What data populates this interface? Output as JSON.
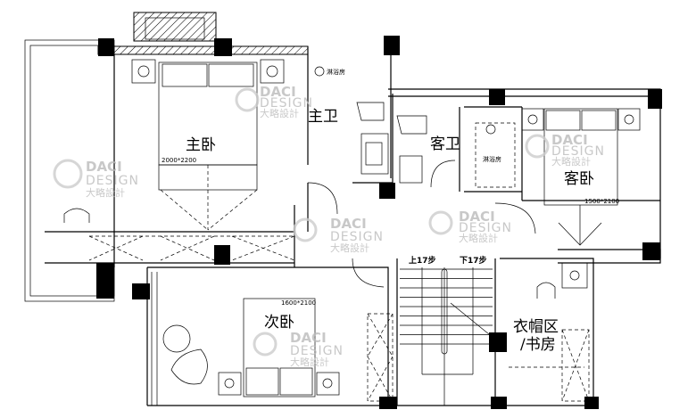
{
  "rooms": {
    "master_bedroom": "主卧",
    "master_bed_size": "2000*2200",
    "master_bath": "主卫",
    "guest_bath": "客卫",
    "guest_bedroom": "客卧",
    "guest_bed_size": "1500*2100",
    "second_bedroom": "次卧",
    "second_bed_size": "1600*2100",
    "cloakroom_line1": "衣帽区",
    "cloakroom_line2": "/书房",
    "shower_master": "淋浴房",
    "shower_guest": "淋浴房"
  },
  "stairs": {
    "up": "上17步",
    "down": "下17步"
  },
  "watermark": {
    "line1": "DACI",
    "line2": "DESIGN",
    "line3": "大略設計"
  }
}
